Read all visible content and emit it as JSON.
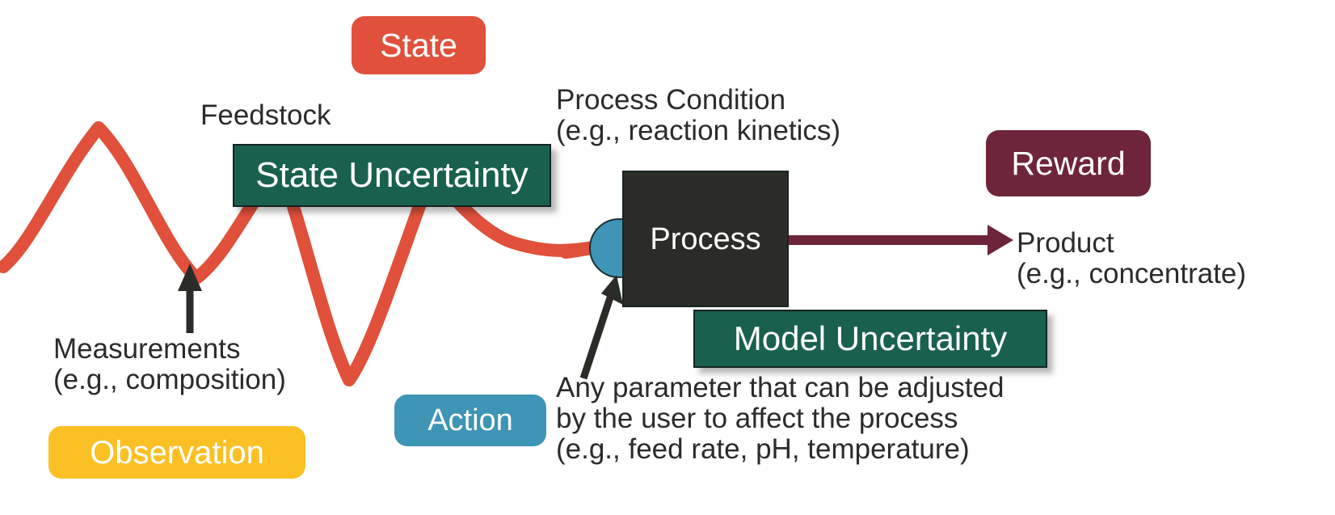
{
  "diagram": {
    "title": "Reinforcement Learning Process Control Diagram",
    "background": "#ffffff"
  },
  "badges": {
    "state": {
      "label": "State",
      "color": "#E0503B"
    },
    "reward": {
      "label": "Reward",
      "color": "#6E2439"
    },
    "observation": {
      "label": "Observation",
      "color": "#FBC024"
    },
    "action": {
      "label": "Action",
      "color": "#3E95B6"
    }
  },
  "boxes": {
    "state_uncertainty": {
      "label": "State Uncertainty",
      "color": "#19604F"
    },
    "model_uncertainty": {
      "label": "Model Uncertainty",
      "color": "#19604F"
    },
    "process": {
      "label": "Process",
      "color": "#2B2B28"
    }
  },
  "shapes": {
    "actuator_circle": {
      "name": "actuator-valve",
      "color": "#3E95B6"
    },
    "feedstock_curve": {
      "name": "feedstock-signal-wave",
      "color": "#E0503B"
    },
    "product_arrow": {
      "name": "product-flow-arrow",
      "color": "#6E2439"
    },
    "measurement_arrow": {
      "name": "measurement-pointer",
      "color": "#2B2B28"
    },
    "action_arrow": {
      "name": "action-pointer",
      "color": "#2B2B28"
    }
  },
  "annotations": {
    "feedstock": "Feedstock",
    "process_condition": "Process Condition\n(e.g., reaction kinetics)",
    "measurements": "Measurements\n(e.g., composition)",
    "product": "Product\n(e.g., concentrate)",
    "action_description": "Any parameter that can be adjusted\nby the user to affect the process\n(e.g., feed rate, pH, temperature)"
  }
}
